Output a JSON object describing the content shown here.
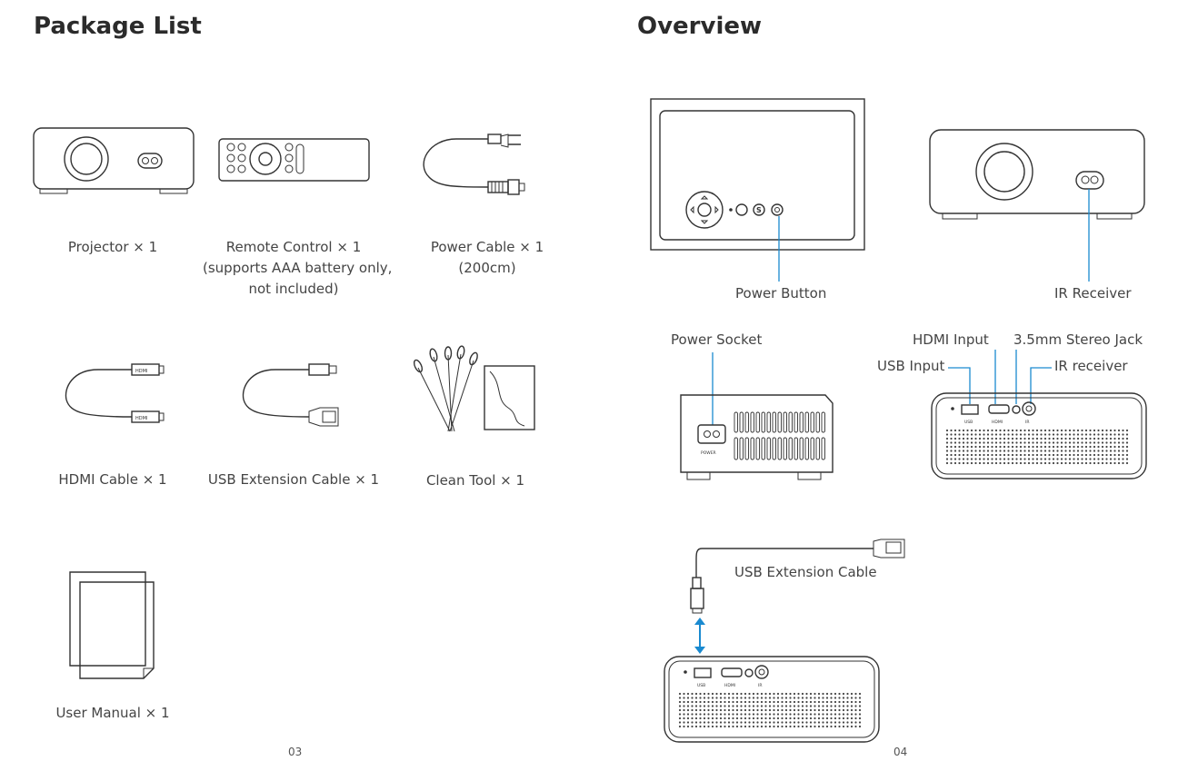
{
  "left_page": {
    "title": "Package List",
    "items": [
      {
        "lines": [
          "Projector × 1"
        ]
      },
      {
        "lines": [
          "Remote Control × 1",
          "(supports AAA battery only,",
          "not included)"
        ]
      },
      {
        "lines": [
          "Power Cable × 1",
          "(200cm)"
        ]
      },
      {
        "lines": [
          "HDMI Cable × 1"
        ]
      },
      {
        "lines": [
          "USB Extension Cable × 1"
        ]
      },
      {
        "lines": [
          "Clean Tool × 1"
        ]
      },
      {
        "lines": [
          "User Manual × 1"
        ]
      }
    ],
    "page_number": "03"
  },
  "right_page": {
    "title": "Overview",
    "callouts": {
      "power_button": "Power Button",
      "ir_receiver_front": "IR Receiver",
      "power_socket": "Power Socket",
      "hdmi_input": "HDMI Input",
      "stereo_jack": "3.5mm Stereo Jack",
      "usb_input": "USB Input",
      "ir_receiver_back": "IR receiver",
      "usb_extension_cable": "USB Extension Cable"
    },
    "page_number": "04"
  },
  "device_markings": {
    "hdmi": "HDMI",
    "usb": "USB",
    "power": "POWER",
    "ir": "IR",
    "s_button": "S"
  },
  "colors": {
    "callout_line": "#1a8ad0",
    "outline": "#333333",
    "text": "#444444"
  }
}
